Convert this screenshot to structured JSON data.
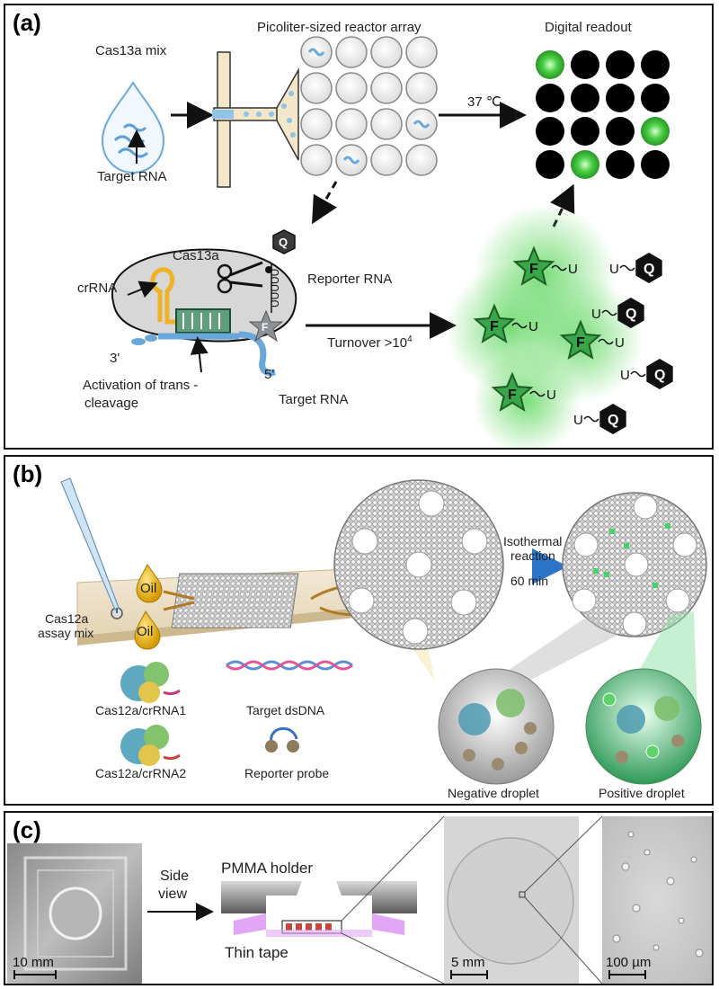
{
  "panel_a": {
    "label": "(a)",
    "cas13a_mix": "Cas13a mix",
    "target_rna_top": "Target RNA",
    "reactor_array_title": "Picoliter-sized reactor array",
    "digital_readout_title": "Digital readout",
    "temperature": "37 ℃",
    "cas13a": "Cas13a",
    "crrna": "crRNA",
    "reporter_rna": "Reporter RNA",
    "three_prime": "3'",
    "five_prime": "5'",
    "activation_line1": "Activation of trans -",
    "activation_line2": "cleavage",
    "target_rna_bottom": "Target RNA",
    "turnover": "Turnover  >10",
    "turnover_exp": "4",
    "fluor_letter": "F",
    "quencher_letter": "Q",
    "uracil": "U",
    "reporter_seq": "UUUUU",
    "readout_pattern": [
      1,
      0,
      0,
      0,
      0,
      0,
      0,
      0,
      0,
      0,
      0,
      1,
      0,
      1,
      0,
      0
    ],
    "colors": {
      "positive": "#3cc03c",
      "negative": "#000000"
    }
  },
  "panel_b": {
    "label": "(b)",
    "oil1": "Oil",
    "oil2": "Oil",
    "assay_mix_line1": "Cas12a",
    "assay_mix_line2": "assay mix",
    "isothermal_line1": "Isothermal",
    "isothermal_line2": "reaction",
    "duration": "60 min",
    "cas12a_crrna1": "Cas12a/crRNA1",
    "target_dsdna": "Target dsDNA",
    "cas12a_crrna2": "Cas12a/crRNA2",
    "reporter_probe": "Reporter probe",
    "negative_droplet": "Negative droplet",
    "positive_droplet": "Positive droplet"
  },
  "panel_c": {
    "label": "(c)",
    "side_view_line1": "Side",
    "side_view_line2": "view",
    "pmma_holder": "PMMA holder",
    "thin_tape": "Thin tape",
    "scale_10mm": "10 mm",
    "scale_5mm": "5 mm",
    "scale_100um": "100 µm"
  }
}
